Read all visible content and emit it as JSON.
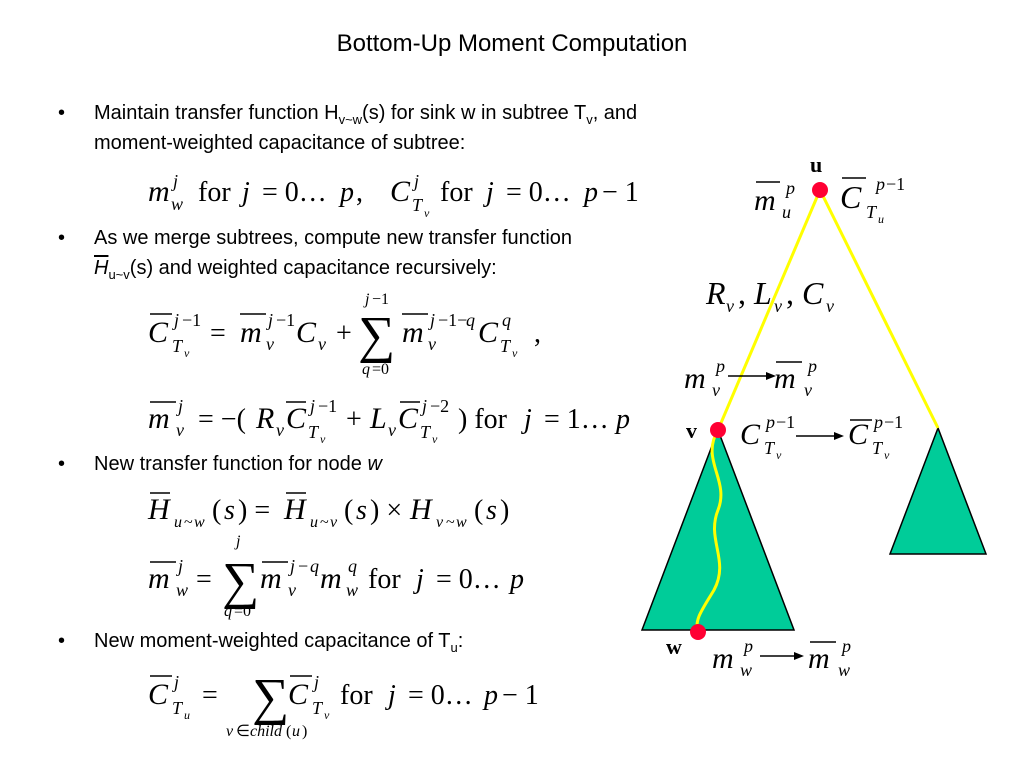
{
  "slide": {
    "title": "Bottom-Up Moment Computation",
    "bullets": [
      {
        "l1": "Maintain transfer function H",
        "l1_sub": "v~w",
        "l1_mid": "(s) for sink w in subtree T",
        "l1_sub2": "v",
        "l1_end": ", and",
        "l2": "moment-weighted capacitance of subtree:"
      },
      {
        "l1": "As we merge subtrees, compute new transfer function",
        "l2a": "H",
        "l2_sub": "u~v",
        "l2b": "(s) and weighted capacitance recursively:"
      },
      {
        "l1a": "New transfer function for node ",
        "l1b": "w"
      },
      {
        "l1a": "New moment-weighted capacitance of T",
        "l1_sub": "u",
        "l1b": ":"
      }
    ],
    "bullet_glyph": "•",
    "tree_labels": {
      "u": "u",
      "v": "v",
      "w": "w",
      "edge_params": "R_v, L_v, C_v"
    },
    "colors": {
      "edge": "#ffff00",
      "subtree_fill": "#00cc99",
      "node": "#ff0033"
    }
  }
}
